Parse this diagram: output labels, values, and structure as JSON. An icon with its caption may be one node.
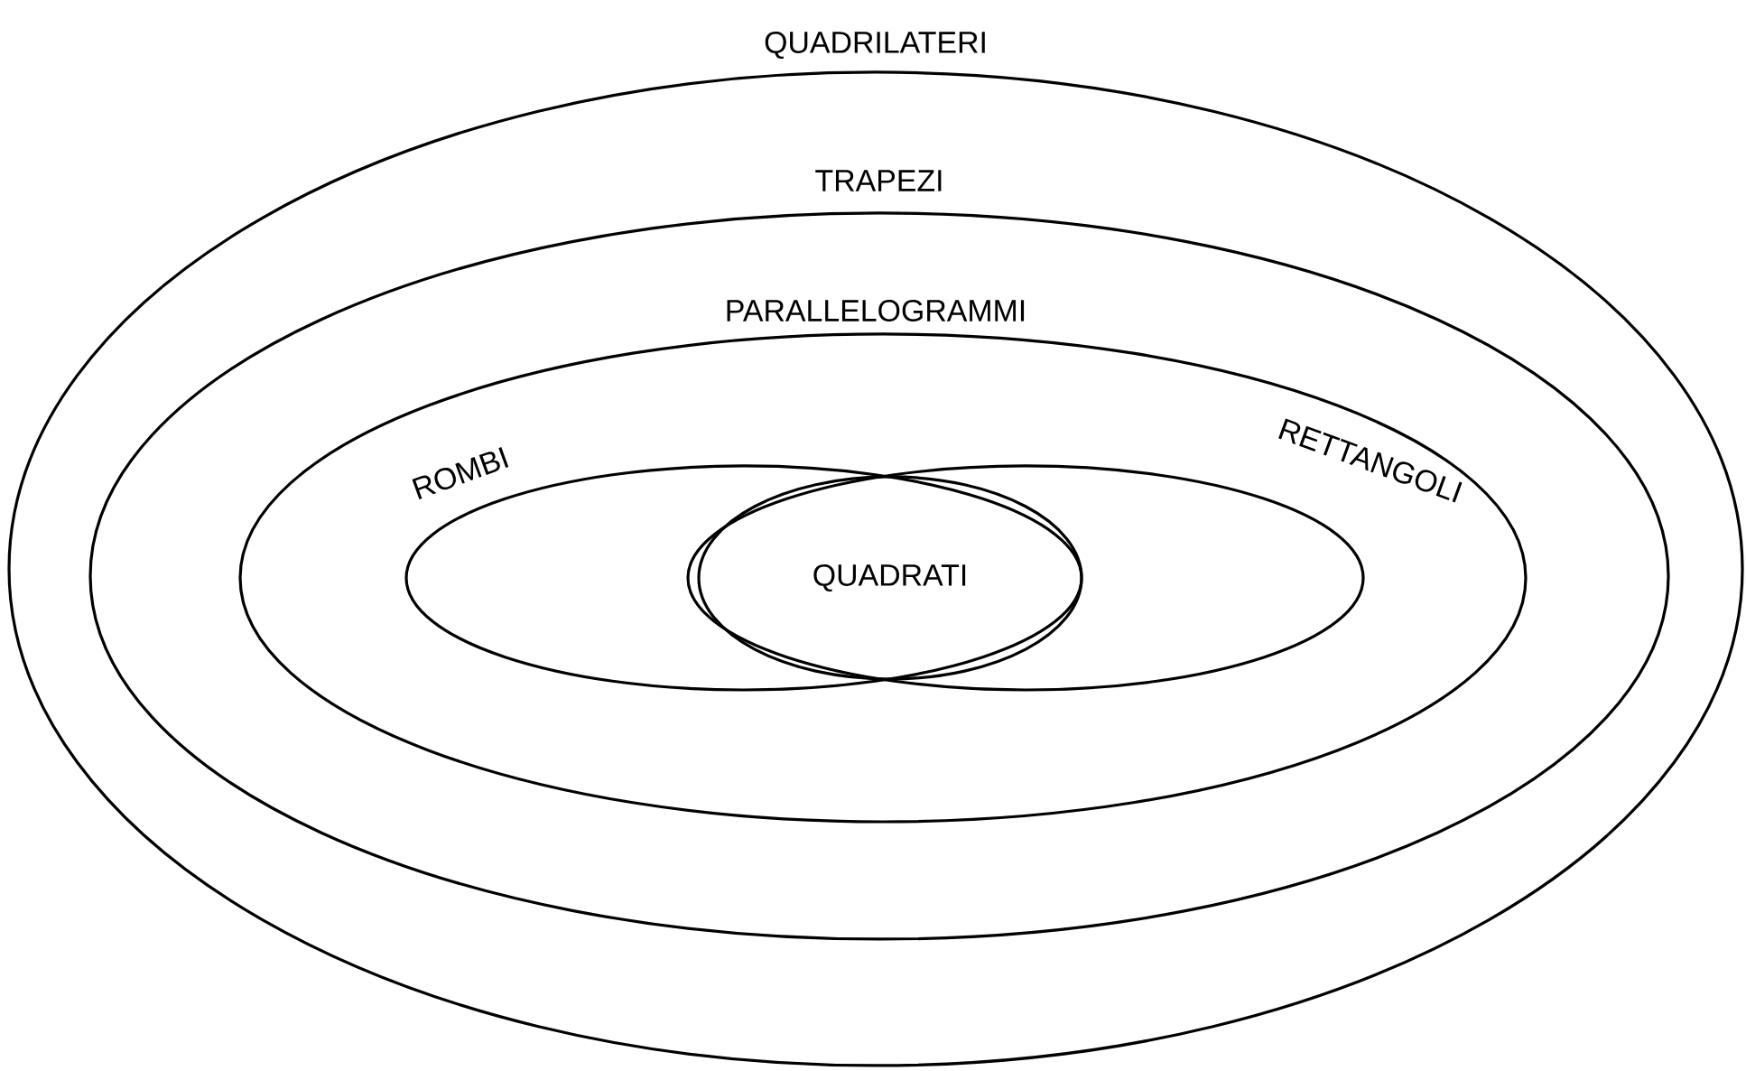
{
  "diagram": {
    "nodes": [
      {
        "text": [
          "QUADRILATERI"
        ]
      },
      {
        "text": [
          "TRAPEZI"
        ],
        "in": 0
      },
      {
        "text": [
          "PARALLELOGRAMMI"
        ],
        "in": 1
      },
      {
        "text": [
          "ROMBI"
        ],
        "in": 2
      },
      {
        "text": [
          "RETTANGOLI"
        ],
        "in": 2
      },
      {
        "text": [
          "QUADRATI"
        ]
      }
    ]
  }
}
